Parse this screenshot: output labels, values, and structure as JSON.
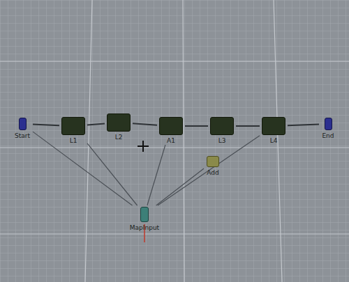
{
  "diagram": {
    "nodes": [
      {
        "text": [
          "Start"
        ]
      },
      {
        "text": [
          "L1"
        ]
      },
      {
        "text": [
          "L2"
        ]
      },
      {
        "text": [
          "A1"
        ]
      },
      {
        "text": [
          "L3"
        ]
      },
      {
        "text": [
          "L4"
        ]
      },
      {
        "text": [
          "End"
        ]
      },
      {
        "text": [
          "Add"
        ]
      },
      {
        "text": [
          "MapInput"
        ]
      }
    ],
    "edges": [
      {
        "from": 0,
        "to": 1,
        "arrow": "none"
      },
      {
        "from": 1,
        "to": 2,
        "arrow": "none"
      },
      {
        "from": 2,
        "to": 3,
        "arrow": "none"
      },
      {
        "from": 3,
        "to": 4,
        "arrow": "none"
      },
      {
        "from": 4,
        "to": 5,
        "arrow": "none"
      },
      {
        "from": 5,
        "to": 6,
        "arrow": "none"
      },
      {
        "from": 8,
        "to": 0,
        "arrow": "none"
      },
      {
        "from": 8,
        "to": 1,
        "arrow": "none"
      },
      {
        "from": 8,
        "to": 3,
        "arrow": "none"
      },
      {
        "from": 8,
        "to": 7,
        "arrow": "none"
      },
      {
        "from": 8,
        "to": 5,
        "arrow": "none"
      }
    ]
  }
}
